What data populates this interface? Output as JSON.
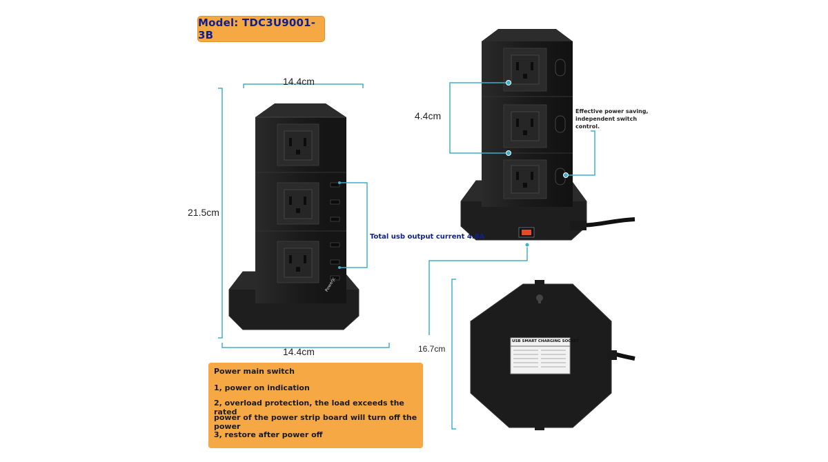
{
  "model_label": "Model: TDC3U9001-3B",
  "dims": {
    "top_width": "14.4cm",
    "bottom_width": "14.4cm",
    "height": "21.5cm",
    "outlet_spacing": "4.4cm",
    "base_depth": "16.7cm"
  },
  "usb_note": "Total usb output current 4.8A",
  "switch_note": [
    "Effective power saving,",
    "independent switch",
    "control."
  ],
  "brand": "Powerjc",
  "bottom_label": {
    "title": "USB SMART CHARGING SOCKET"
  },
  "info": {
    "title": "Power main switch",
    "lines": [
      "1, power on indication",
      "2, overload protection, the load exceeds the rated",
      "power of the power strip board will turn off the power",
      "3, restore after power off"
    ]
  },
  "colors": {
    "orange": "#f6a844",
    "blue_text": "#10208a",
    "leader_line": "#3fb0c8",
    "tower": "#1c1c1c"
  }
}
